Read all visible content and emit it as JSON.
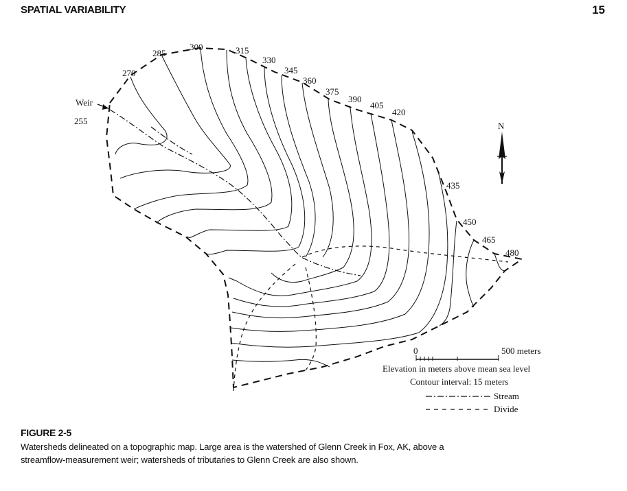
{
  "header": {
    "section_title": "SPATIAL VARIABILITY",
    "page_number": "15"
  },
  "map": {
    "contour_labels": [
      "255",
      "270",
      "285",
      "300",
      "315",
      "330",
      "345",
      "360",
      "375",
      "390",
      "405",
      "420",
      "435",
      "450",
      "465",
      "480"
    ],
    "weir_label": "Weir",
    "north_label": "N"
  },
  "scale_bar": {
    "start_label": "0",
    "end_label": "500 meters"
  },
  "legend": {
    "elevation_note": "Elevation in meters above mean sea level",
    "contour_interval": "Contour interval: 15 meters",
    "stream_label": "Stream",
    "divide_label": "Divide"
  },
  "caption": {
    "figure_label": "FIGURE 2-5",
    "text": "Watersheds delineated on a topographic map. Large area is the watershed of Glenn Creek in Fox, AK, above a streamflow-measurement weir; watersheds of tributaries to Glenn Creek are also shown."
  }
}
